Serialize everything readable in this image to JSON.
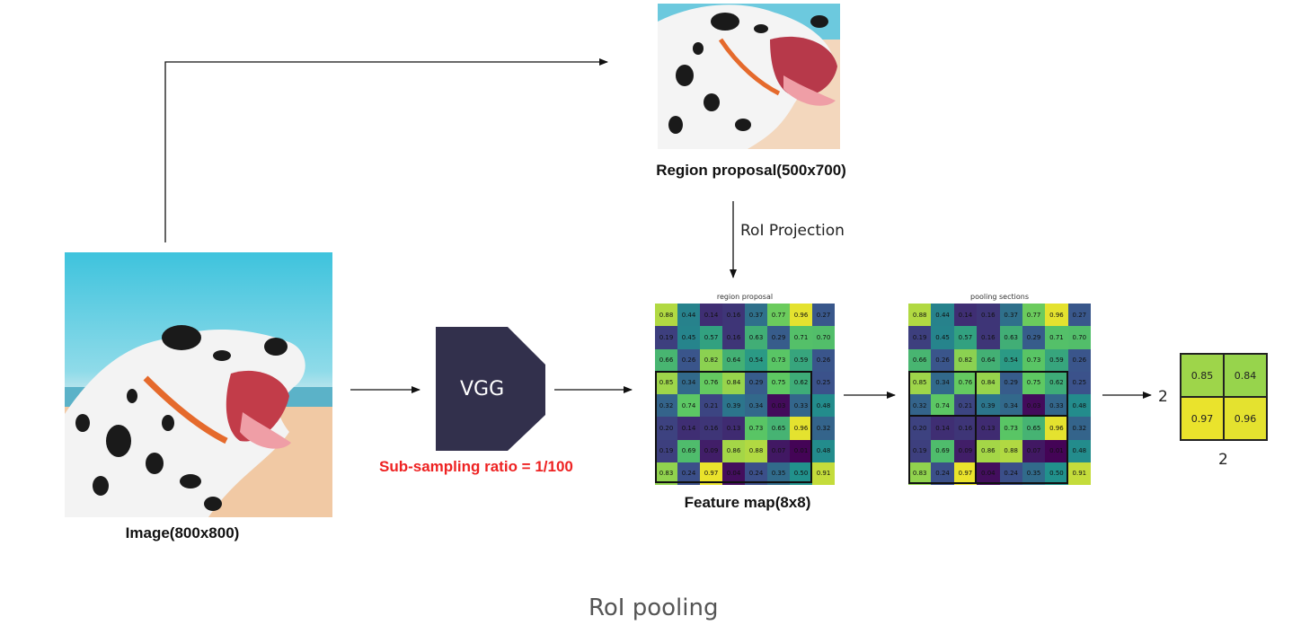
{
  "labels": {
    "image": "Image(800x800)",
    "region_proposal": "Region proposal(500x700)",
    "roi_projection": "RoI Projection",
    "vgg": "VGG",
    "sub_sampling": "Sub-sampling ratio = 1/100",
    "feature_map": "Feature map(8x8)",
    "region_proposal_title": "region proposal",
    "pooling_sections_title": "pooling sections",
    "output_dim_right": "2",
    "output_dim_bottom": "2",
    "caption": "RoI pooling"
  },
  "feature_map": [
    [
      "0.88",
      "0.44",
      "0.14",
      "0.16",
      "0.37",
      "0.77",
      "0.96",
      "0.27"
    ],
    [
      "0.19",
      "0.45",
      "0.57",
      "0.16",
      "0.63",
      "0.29",
      "0.71",
      "0.70"
    ],
    [
      "0.66",
      "0.26",
      "0.82",
      "0.64",
      "0.54",
      "0.73",
      "0.59",
      "0.26"
    ],
    [
      "0.85",
      "0.34",
      "0.76",
      "0.84",
      "0.29",
      "0.75",
      "0.62",
      "0.25"
    ],
    [
      "0.32",
      "0.74",
      "0.21",
      "0.39",
      "0.34",
      "0.03",
      "0.33",
      "0.48"
    ],
    [
      "0.20",
      "0.14",
      "0.16",
      "0.13",
      "0.73",
      "0.65",
      "0.96",
      "0.32"
    ],
    [
      "0.19",
      "0.69",
      "0.09",
      "0.86",
      "0.88",
      "0.07",
      "0.01",
      "0.48"
    ],
    [
      "0.83",
      "0.24",
      "0.97",
      "0.04",
      "0.24",
      "0.35",
      "0.50",
      "0.91"
    ]
  ],
  "pooled_output": [
    [
      "0.85",
      "0.84"
    ],
    [
      "0.97",
      "0.96"
    ]
  ],
  "colors": {
    "vgg_box": "#32304c",
    "sub_sampling_text": "#ee2222",
    "viridis_low": "#440154",
    "viridis_high": "#fde725"
  }
}
